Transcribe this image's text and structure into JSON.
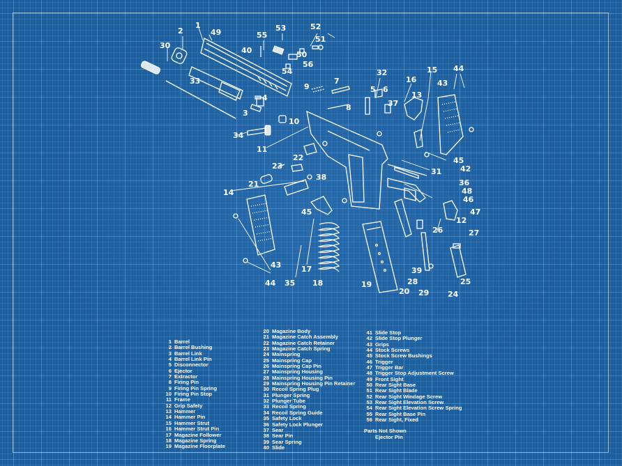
{
  "callouts": [
    "30",
    "2",
    "1",
    "49",
    "55",
    "53",
    "52",
    "51",
    "50",
    "40",
    "56",
    "54",
    "33",
    "9",
    "7",
    "5",
    "6",
    "32",
    "16",
    "15",
    "13",
    "43",
    "44",
    "4",
    "3",
    "8",
    "37",
    "10",
    "34",
    "11",
    "22",
    "23",
    "38",
    "31",
    "42",
    "45",
    "21",
    "36",
    "48",
    "46",
    "47",
    "14",
    "12",
    "26",
    "27",
    "45",
    "39",
    "17",
    "18",
    "19",
    "20",
    "28",
    "25",
    "29",
    "24",
    "35",
    "44",
    "43",
    "45"
  ],
  "legend": {
    "col1": [
      {
        "num": "1",
        "name": "Barrel"
      },
      {
        "num": "2",
        "name": "Barrel Bushing"
      },
      {
        "num": "3",
        "name": "Barrel Link"
      },
      {
        "num": "4",
        "name": "Barrel Link Pin"
      },
      {
        "num": "5",
        "name": "Disconnector"
      },
      {
        "num": "6",
        "name": "Ejector"
      },
      {
        "num": "7",
        "name": "Extractor"
      },
      {
        "num": "8",
        "name": "Firing Pin"
      },
      {
        "num": "9",
        "name": "Firing Pin Spring"
      },
      {
        "num": "10",
        "name": "Firing Pin Stop"
      },
      {
        "num": "11",
        "name": "Frame"
      },
      {
        "num": "12",
        "name": "Grip Safety"
      },
      {
        "num": "13",
        "name": "Hammer"
      },
      {
        "num": "14",
        "name": "Hammer Pin"
      },
      {
        "num": "15",
        "name": "Hammer Strut"
      },
      {
        "num": "16",
        "name": "Hammer Strut Pin"
      },
      {
        "num": "17",
        "name": "Magazine Follower"
      },
      {
        "num": "18",
        "name": "Magazine Spring"
      },
      {
        "num": "19",
        "name": "Magazine Floorplate"
      }
    ],
    "col2": [
      {
        "num": "20",
        "name": "Magazine Body"
      },
      {
        "num": "21",
        "name": "Magazine Catch Assembly"
      },
      {
        "num": "22",
        "name": "Magazine Catch Retainer"
      },
      {
        "num": "23",
        "name": "Magazine Catch Spring"
      },
      {
        "num": "24",
        "name": "Mainspring"
      },
      {
        "num": "25",
        "name": "Mainspring Cap"
      },
      {
        "num": "26",
        "name": "Mainspring Cap Pin"
      },
      {
        "num": "27",
        "name": "Mainspring Housing"
      },
      {
        "num": "28",
        "name": "Mainspring Housing Pin"
      },
      {
        "num": "29",
        "name": "Mainspring Housing Pin Retainer"
      },
      {
        "num": "30",
        "name": "Recoil Spring Plug"
      },
      {
        "num": "31",
        "name": "Plunger Spring"
      },
      {
        "num": "32",
        "name": "Plunger Tube"
      },
      {
        "num": "33",
        "name": "Recoil Spring"
      },
      {
        "num": "34",
        "name": "Recoil Spring Guide"
      },
      {
        "num": "35",
        "name": "Safety Lock"
      },
      {
        "num": "36",
        "name": "Safety Lock Plunger"
      },
      {
        "num": "37",
        "name": "Sear"
      },
      {
        "num": "38",
        "name": "Sear Pin"
      },
      {
        "num": "39",
        "name": "Sear Spring"
      },
      {
        "num": "40",
        "name": "Slide"
      }
    ],
    "col3": [
      {
        "num": "41",
        "name": "Slide Stop"
      },
      {
        "num": "42",
        "name": "Slide Stop Plunger"
      },
      {
        "num": "43",
        "name": "Grips"
      },
      {
        "num": "44",
        "name": "Stock Screws"
      },
      {
        "num": "45",
        "name": "Stock Screw Bushings"
      },
      {
        "num": "46",
        "name": "Trigger"
      },
      {
        "num": "47",
        "name": "Trigger Bar"
      },
      {
        "num": "48",
        "name": "Trigger Stop Adjustment Screw"
      },
      {
        "num": "49",
        "name": "Front Sight"
      },
      {
        "num": "50",
        "name": "Rear Sight Base"
      },
      {
        "num": "51",
        "name": "Rear Sight Blade"
      },
      {
        "num": "52",
        "name": "Rear Sight Windage Screw"
      },
      {
        "num": "53",
        "name": "Rear Sight Elevation Screw"
      },
      {
        "num": "54",
        "name": "Rear Sight Elevation Screw Spring"
      },
      {
        "num": "55",
        "name": "Rear Sight Base Pin"
      },
      {
        "num": "56",
        "name": "Rear Sight, Fixed"
      }
    ]
  },
  "not_shown": {
    "heading": "Parts Not Shown",
    "items": [
      "Ejector Pin"
    ]
  },
  "colors": {
    "background": "#1d5e9c",
    "lines": "#ffffff"
  }
}
